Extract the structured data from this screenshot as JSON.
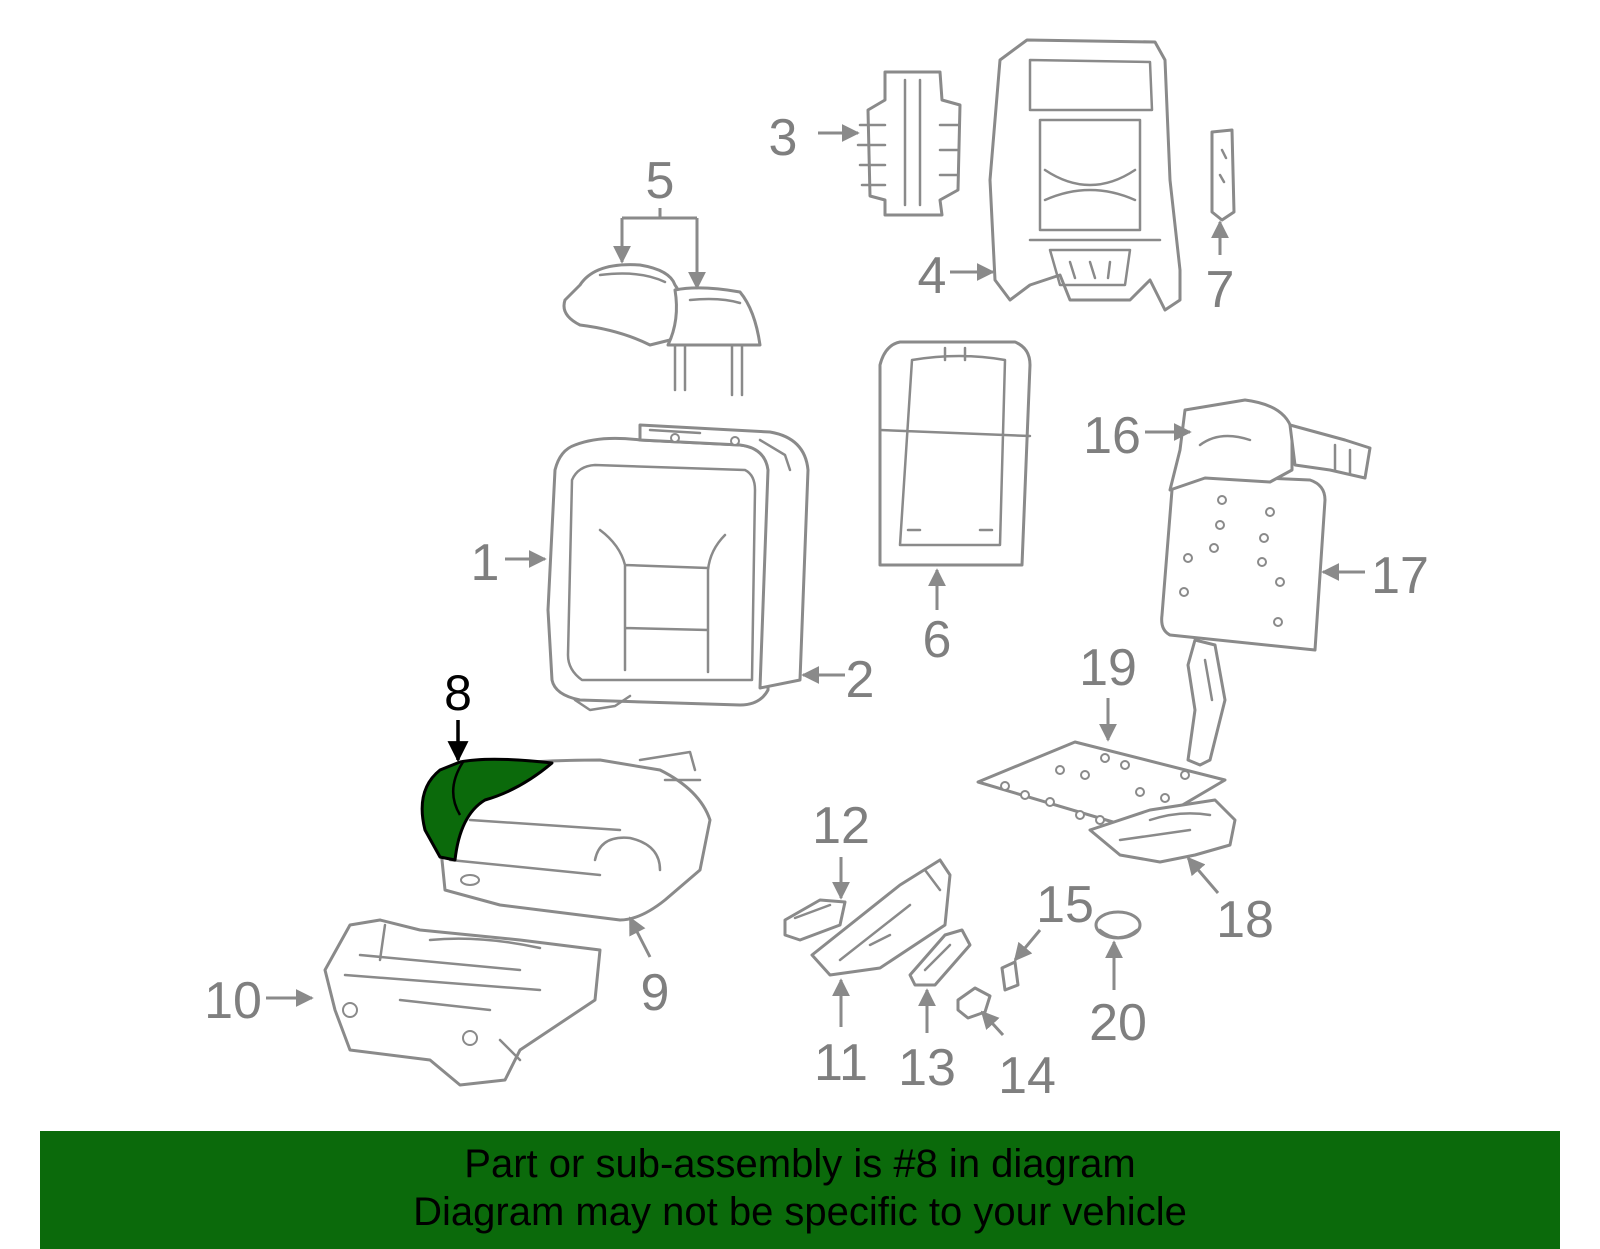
{
  "diagram": {
    "callouts": [
      "1",
      "2",
      "3",
      "4",
      "5",
      "6",
      "7",
      "8",
      "9",
      "10",
      "11",
      "12",
      "13",
      "14",
      "15",
      "16",
      "17",
      "18",
      "19",
      "20"
    ],
    "highlighted_part": "8",
    "highlight_color": "#0b6a0b",
    "line_color": "#8a8a8a"
  },
  "banner": {
    "line1": "Part or sub-assembly is #8 in diagram",
    "line2": "Diagram may not be specific to your vehicle",
    "background": "#0b6a0b"
  }
}
